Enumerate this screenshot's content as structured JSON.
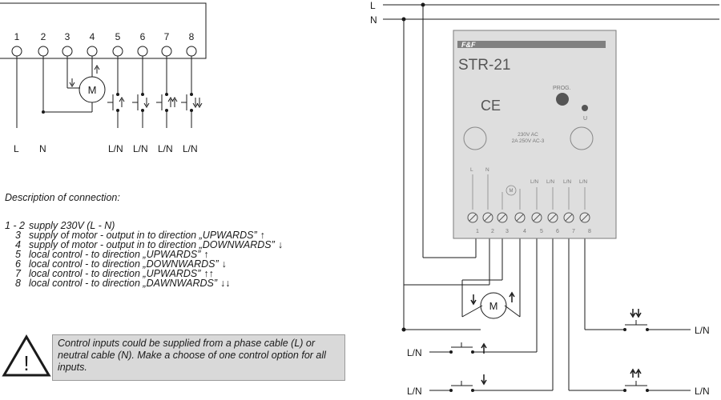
{
  "left_schematic": {
    "terminals": [
      "1",
      "2",
      "3",
      "4",
      "5",
      "6",
      "7",
      "8"
    ],
    "bottom_labels": [
      "L",
      "N",
      "L/N",
      "L/N",
      "L/N",
      "L/N"
    ],
    "motor_label": "M"
  },
  "description": {
    "title": "Description of connection:",
    "rows": [
      {
        "num": "1 - 2",
        "text": "supply 230V (L - N)",
        "symbol": ""
      },
      {
        "num": "3",
        "text": "supply of motor - output in to direction „UPWARDS”",
        "symbol": "up"
      },
      {
        "num": "4",
        "text": "supply of motor - output in to direction „DOWNWARDS”",
        "symbol": "down"
      },
      {
        "num": "5",
        "text": "local control - to direction „UPWARDS”",
        "symbol": "up"
      },
      {
        "num": "6",
        "text": "local control  - to direction „DOWNWARDS”",
        "symbol": "down"
      },
      {
        "num": "7",
        "text": "local control  - to direction „UPWARDS”",
        "symbol": "upup"
      },
      {
        "num": "8",
        "text": "local control  - to direction „DAWNWARDS”",
        "symbol": "downdown"
      }
    ]
  },
  "warning": {
    "text": "Control inputs could be supplied from a phase cable (L) or neutral cable (N). Make a choose of one control option for all inputs."
  },
  "device": {
    "brand": "F&F",
    "model": "STR-21",
    "ce": "CE",
    "prog_label": "PROG.",
    "u_label": "U",
    "rating_line1": "230V AC",
    "rating_line2": "2A 250V AC-3",
    "inner_labels": [
      "L",
      "N",
      "L/N",
      "L/N",
      "L/N",
      "L/N"
    ],
    "terminal_numbers": [
      "1",
      "2",
      "3",
      "4",
      "5",
      "6",
      "7",
      "8"
    ],
    "motor_label": "M"
  },
  "right_wiring": {
    "line_L": "L",
    "line_N": "N",
    "motor_label": "M",
    "ln_labels": [
      "L/N",
      "L/N",
      "L/N",
      "L/N"
    ]
  },
  "colors": {
    "line": "#1a1a1a",
    "device_bg": "#dedede",
    "brand_bar": "#808080",
    "warning_bg": "#d9d9d9"
  }
}
